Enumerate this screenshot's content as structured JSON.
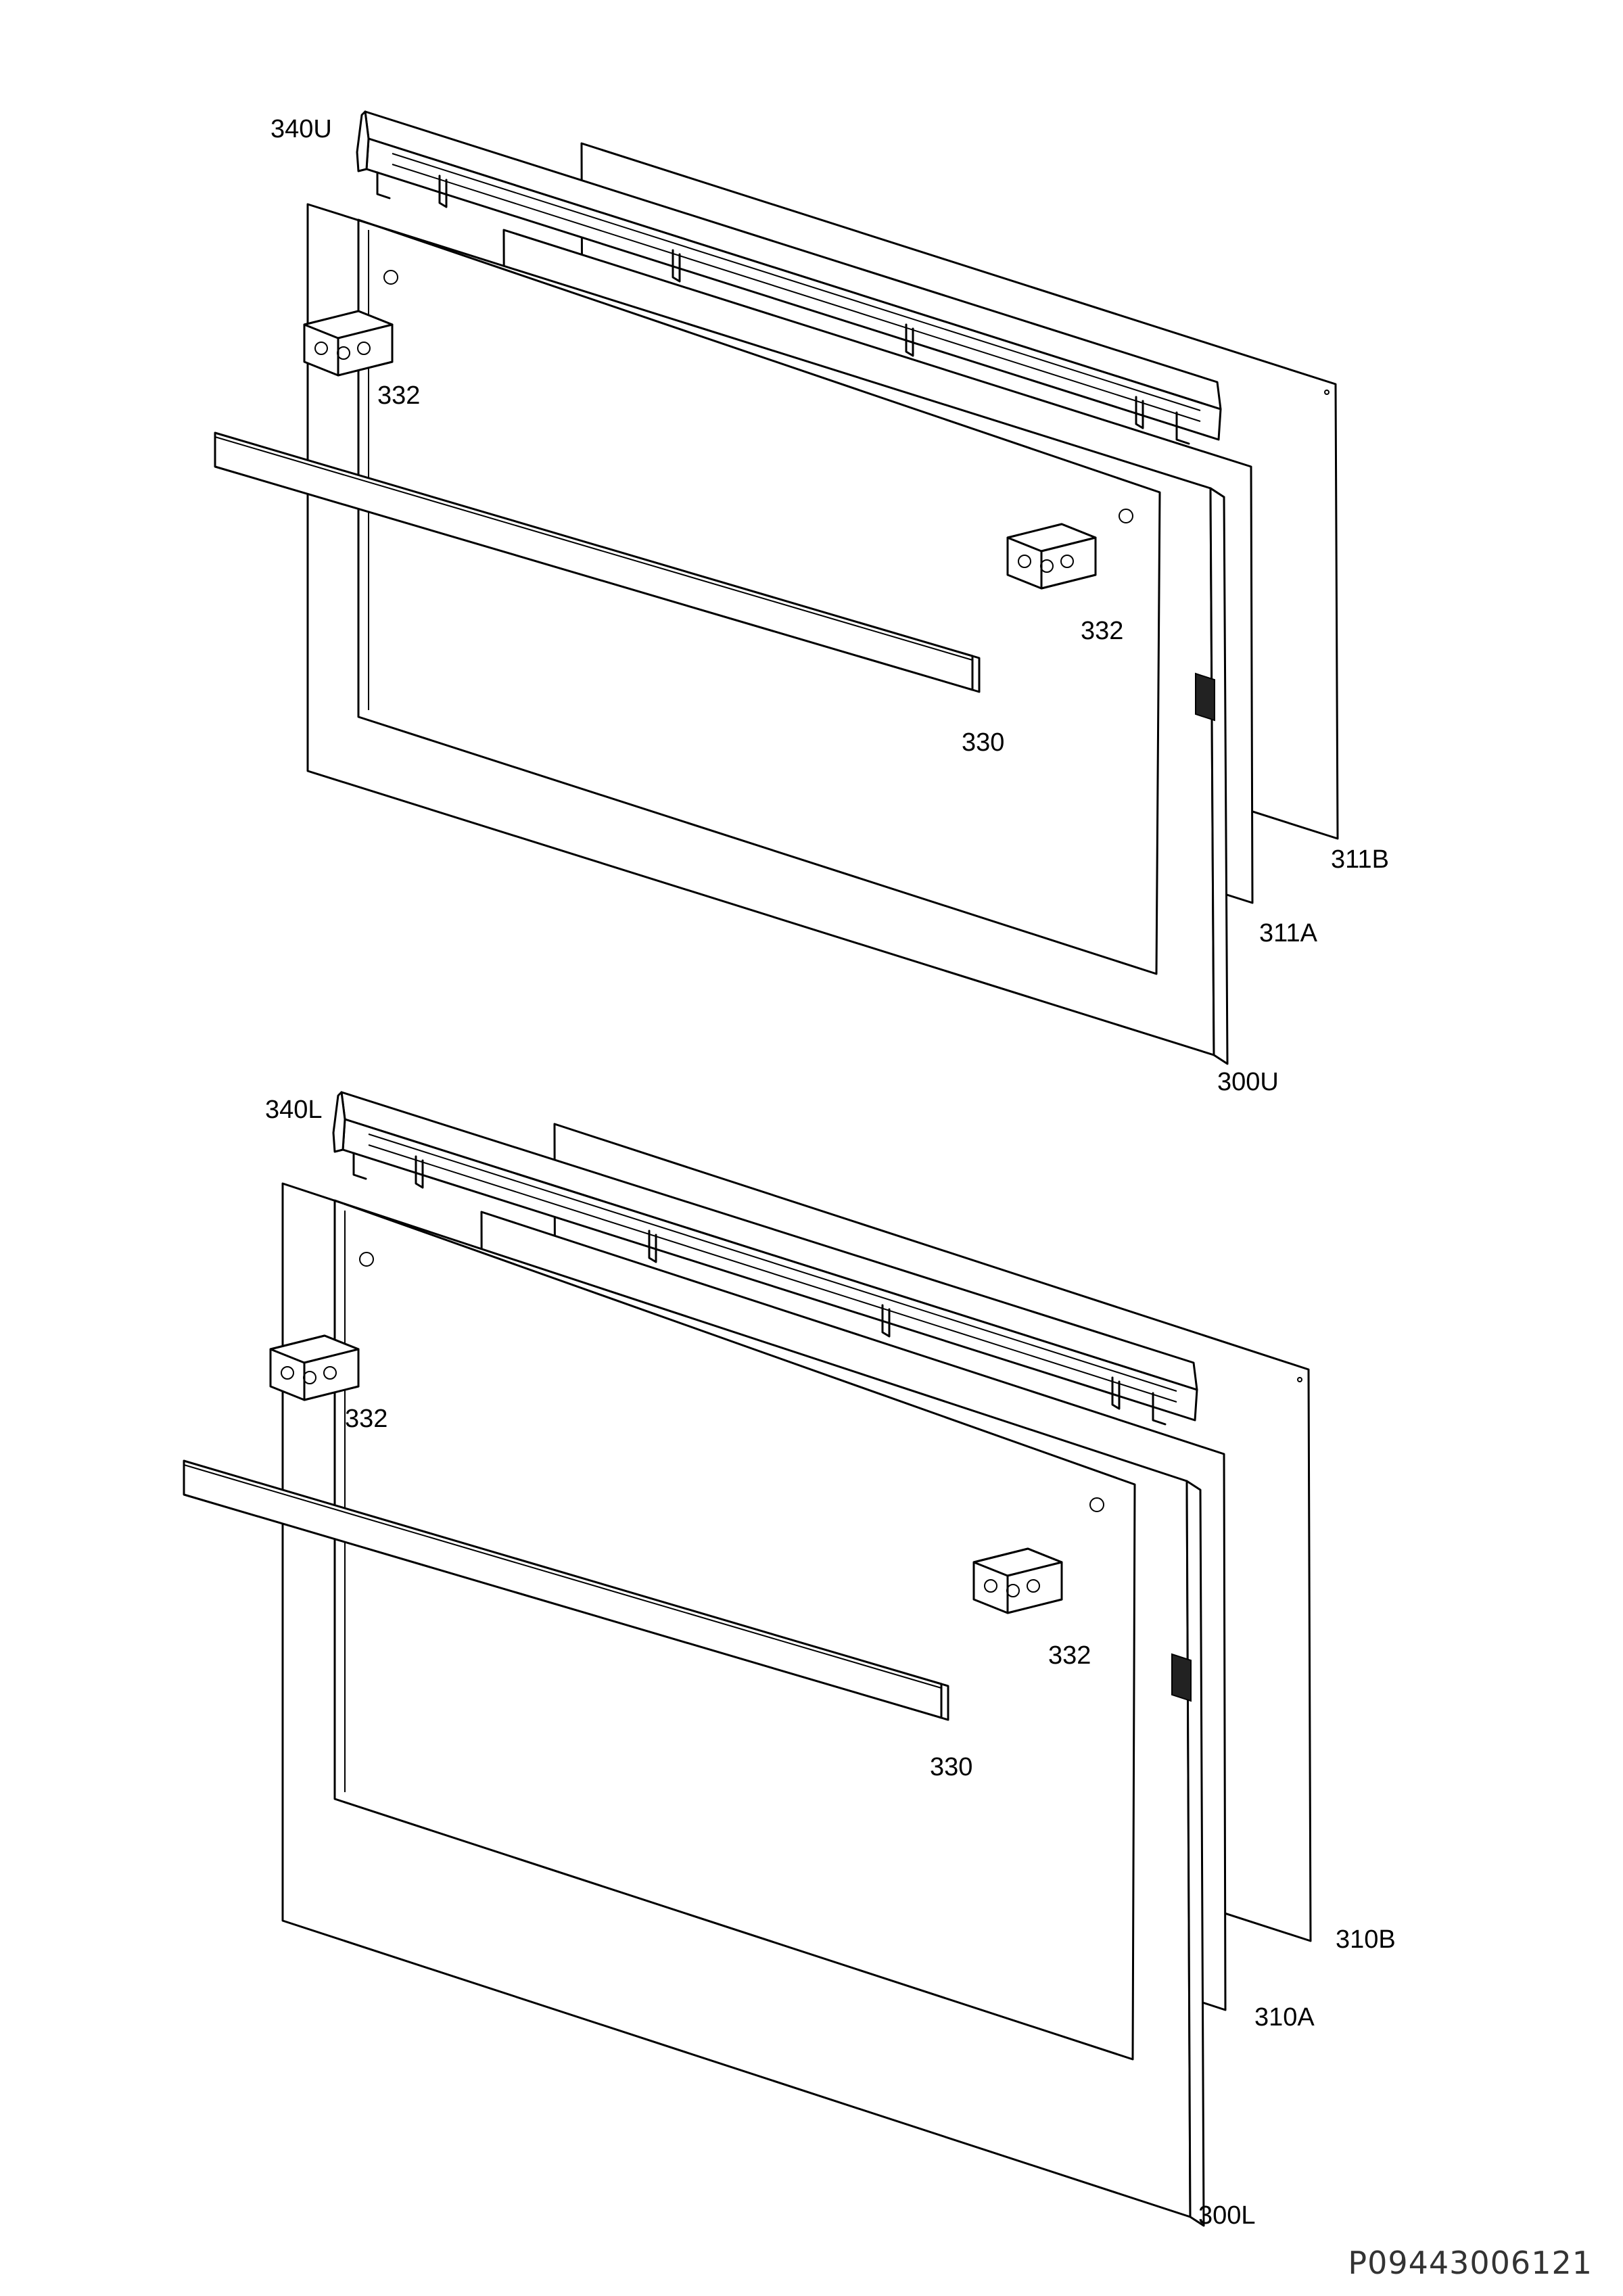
{
  "upper_assembly": {
    "labels": {
      "top_trim": "340U",
      "hinge_left": "332",
      "hinge_right": "332",
      "handle": "330",
      "inner_glass_b": "311B",
      "inner_glass_a": "311A",
      "door_panel": "300U"
    }
  },
  "lower_assembly": {
    "labels": {
      "top_trim": "340L",
      "hinge_left": "332",
      "hinge_right": "332",
      "handle": "330",
      "inner_glass_b": "310B",
      "inner_glass_a": "310A",
      "door_panel": "300L"
    }
  },
  "document_id": "P09443006121"
}
